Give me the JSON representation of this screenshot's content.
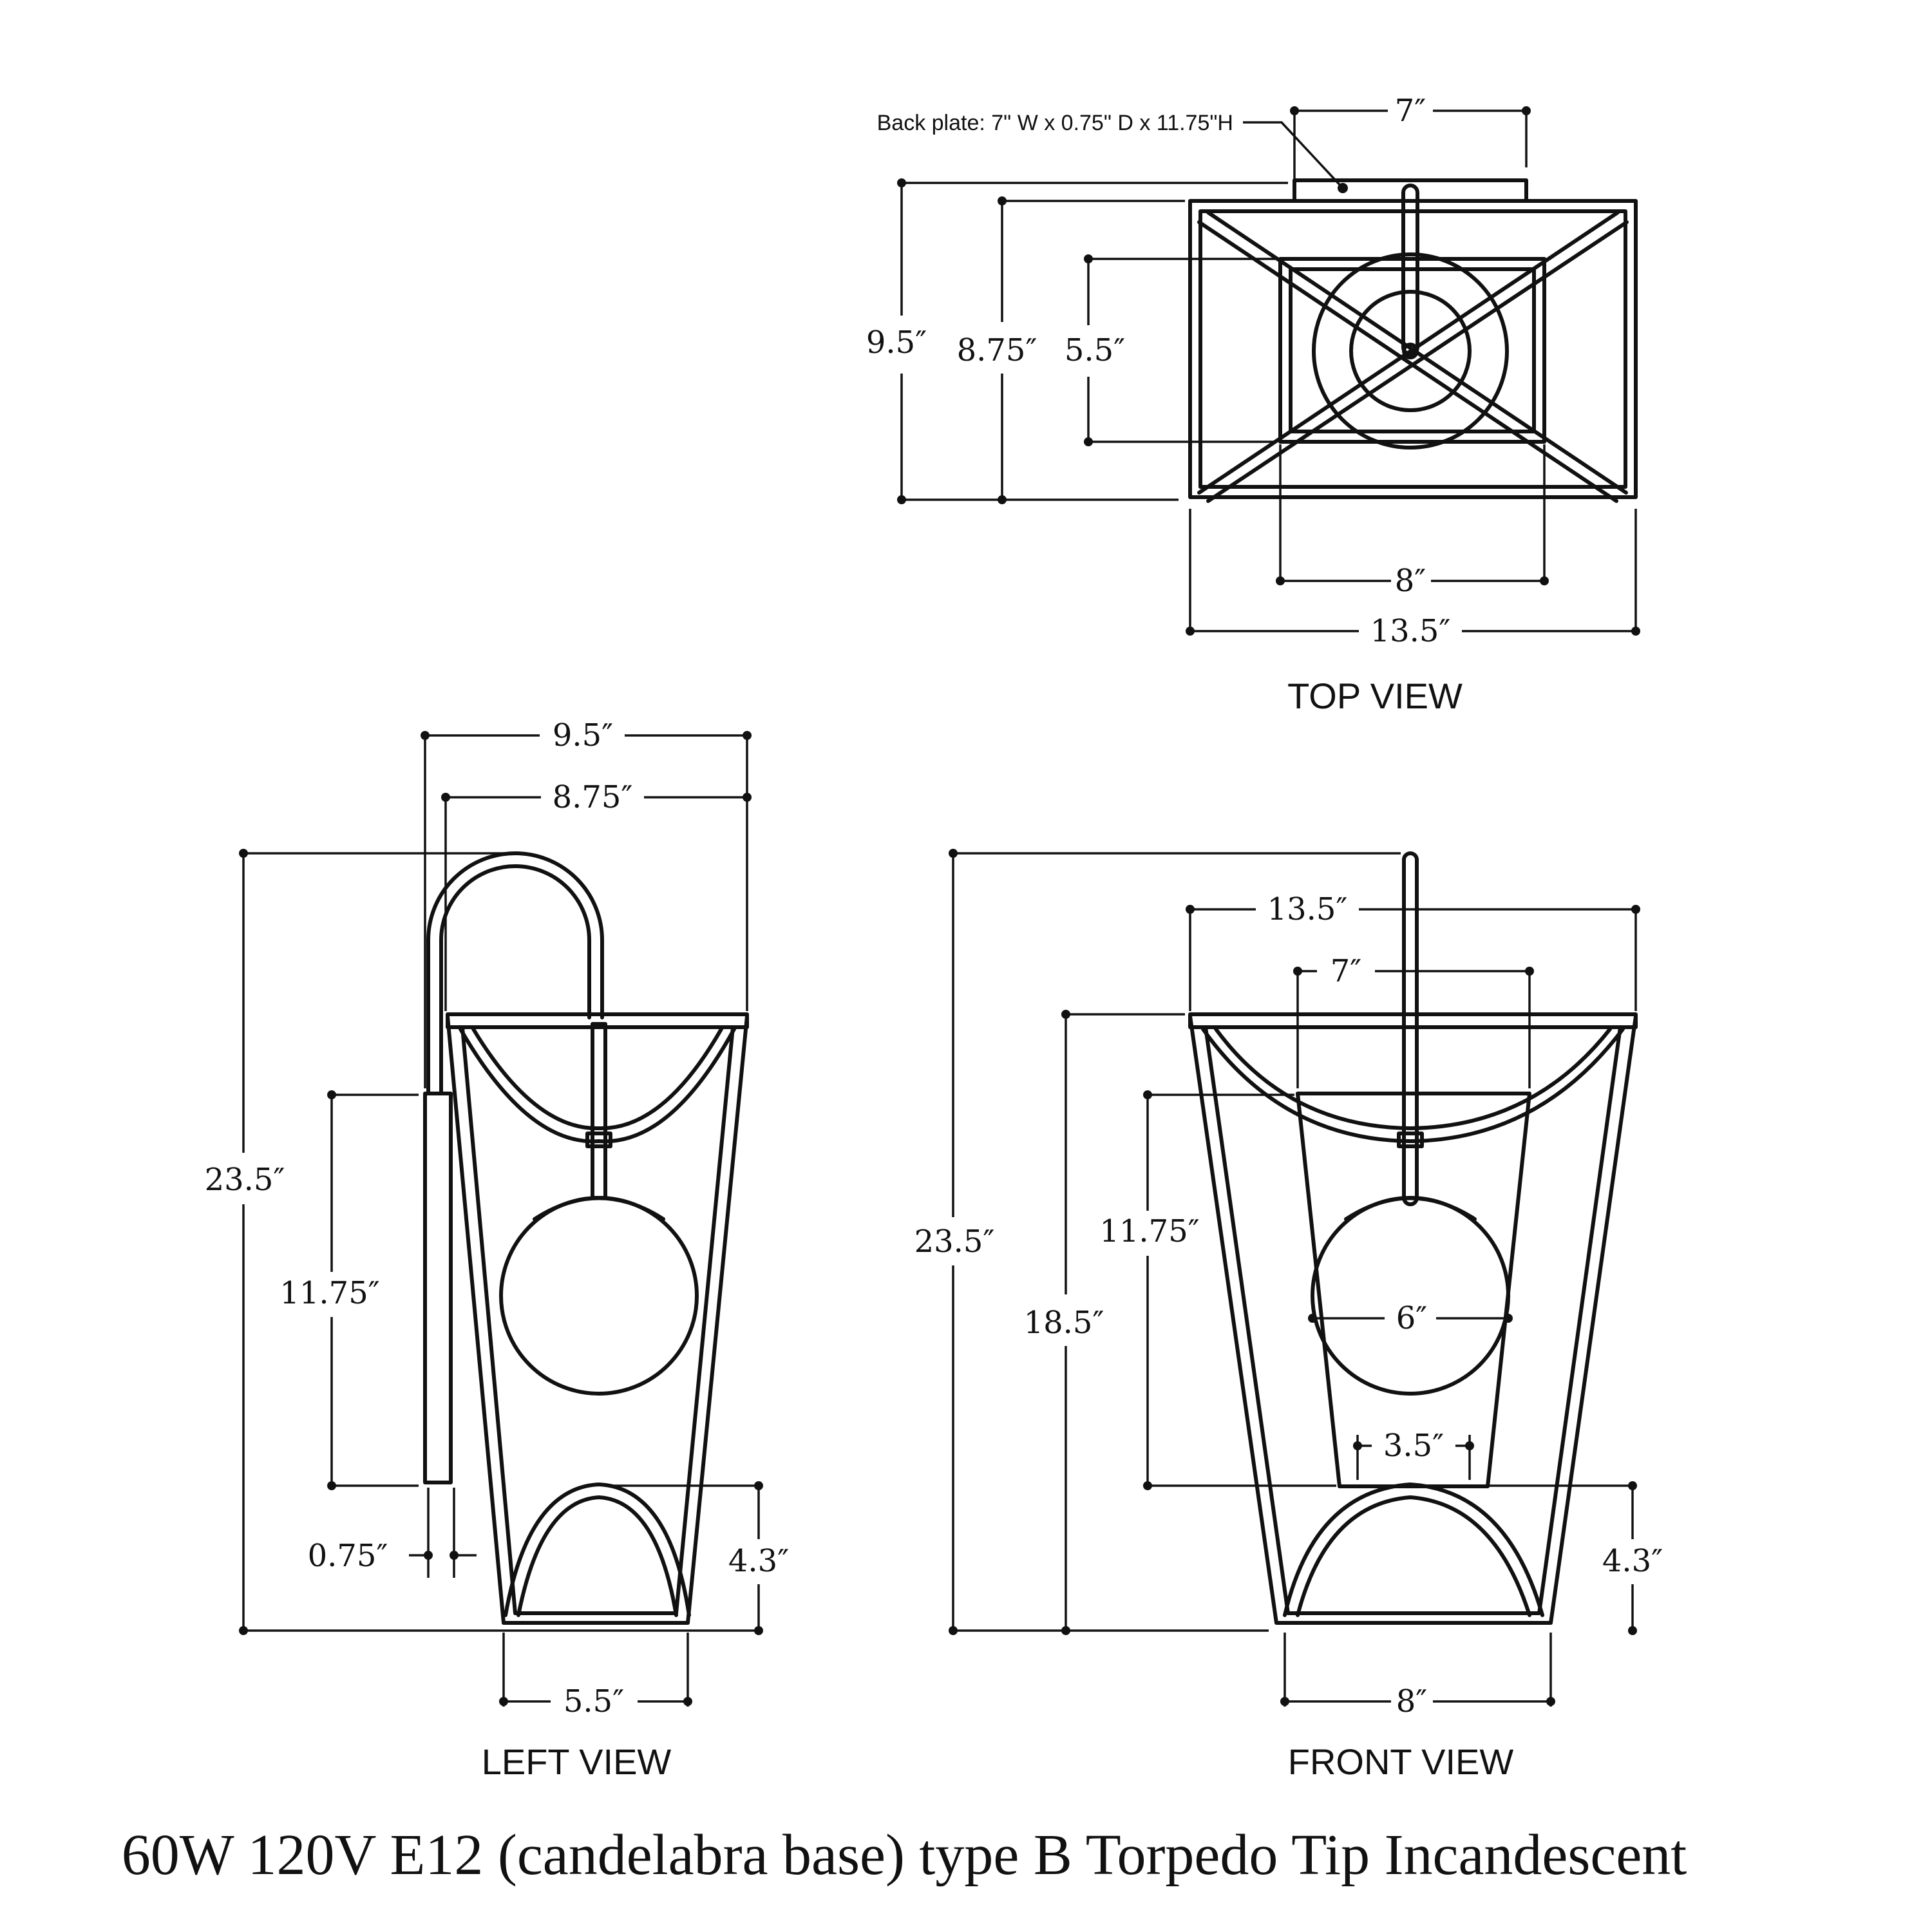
{
  "note": "Back plate: 7\" W x 0.75\" D x 11.75\"H",
  "title": "60W 120V E12 (candelabra base) type B Torpedo Tip Incandescent",
  "top_view": {
    "label": "TOP VIEW",
    "dims": {
      "backplate_width": "7″",
      "total_depth": "9.5″",
      "frame_depth": "8.75″",
      "inner_depth": "5.5″",
      "inner_width": "8″",
      "total_width": "13.5″"
    }
  },
  "left_view": {
    "label": "LEFT VIEW",
    "dims": {
      "total_depth": "9.5″",
      "frame_depth": "8.75″",
      "height": "23.5″",
      "backplate_height": "11.75″",
      "backplate_depth": "0.75″",
      "arch_height": "4.3″",
      "bottom_width": "5.5″"
    }
  },
  "front_view": {
    "label": "FRONT VIEW",
    "dims": {
      "top_width": "13.5″",
      "backplate_width": "7″",
      "height": "23.5″",
      "frame_height": "18.5″",
      "backplate_height": "11.75″",
      "globe_diameter": "6″",
      "backplate_bottom_width": "3.5″",
      "arch_height": "4.3″",
      "bottom_width": "8″"
    }
  }
}
